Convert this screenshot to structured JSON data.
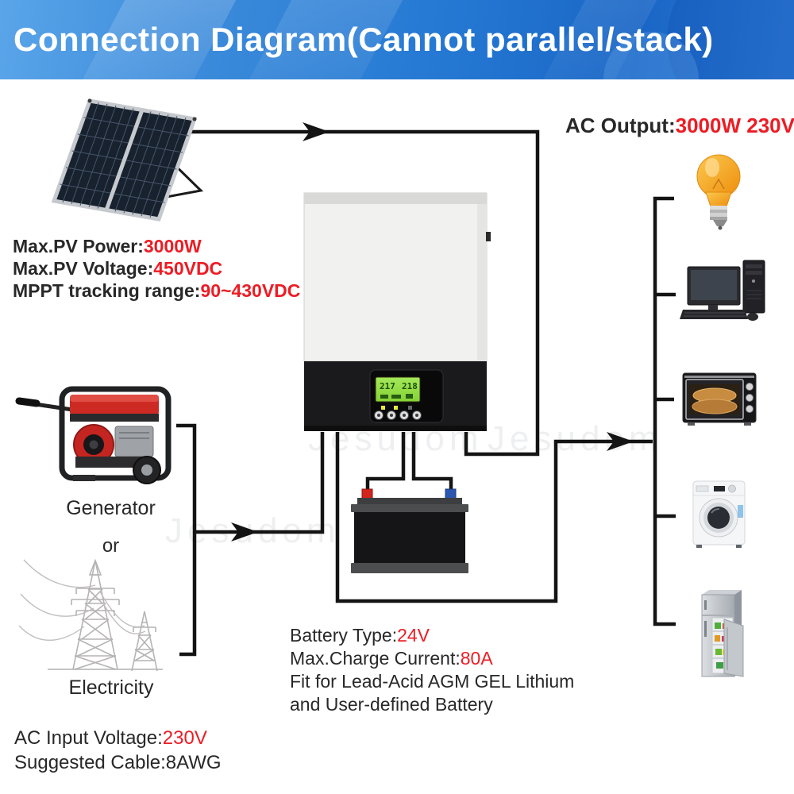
{
  "header": {
    "title": "Connection Diagram(Cannot parallel/stack)"
  },
  "solar": {
    "specs": [
      {
        "label": "Max.PV Power:",
        "value": "3000W"
      },
      {
        "label": "Max.PV Voltage:",
        "value": "450VDC"
      },
      {
        "label": "MPPT tracking range:",
        "value": "90~430VDC"
      }
    ]
  },
  "sources": {
    "generator_label": "Generator",
    "or_label": "or",
    "electricity_label": "Electricity"
  },
  "ac_input": {
    "lines": [
      {
        "label": "AC Input Voltage:",
        "value": "230V"
      },
      {
        "label": "Suggested Cable:8AWG",
        "value": ""
      }
    ]
  },
  "ac_output": {
    "label": "AC Output:",
    "value": "3000W 230V"
  },
  "battery": {
    "lines": [
      {
        "label": "Battery Type:",
        "value": "24V"
      },
      {
        "label": "Max.Charge Current:",
        "value": "80A"
      },
      {
        "label": "Fit for Lead-Acid AGM GEL Lithium",
        "value": ""
      },
      {
        "label": "and User-defined Battery",
        "value": ""
      }
    ]
  },
  "inverter": {
    "display_left": "217",
    "display_right": "218"
  },
  "appliances": {
    "items": [
      "light-bulb",
      "desktop-computer",
      "toaster-oven",
      "washing-machine",
      "refrigerator"
    ]
  },
  "watermark": {
    "text": "Jesudom"
  },
  "colors": {
    "accent_red": "#ed1c24",
    "header_blue": "#2579d3",
    "line_black": "#141414",
    "lcd_green": "#8fdc3e",
    "generator_red": "#ce2a24",
    "bulb_orange": "#f2a01e"
  }
}
